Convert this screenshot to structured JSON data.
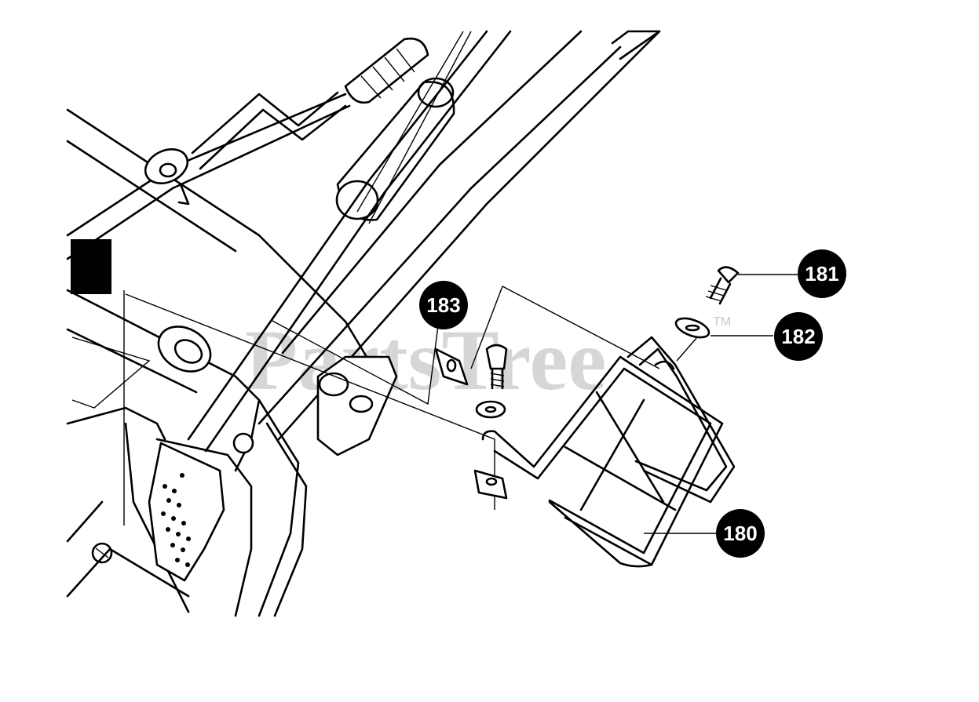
{
  "watermark": {
    "text": "PartsTree",
    "trademark": "TM",
    "color": "#c9c9c9"
  },
  "callouts": [
    {
      "id": "c181",
      "label": "181"
    },
    {
      "id": "c182",
      "label": "182"
    },
    {
      "id": "c183",
      "label": "183"
    },
    {
      "id": "c180",
      "label": "180"
    }
  ],
  "colors": {
    "line": "#000000",
    "background": "#ffffff",
    "callout_fill": "#000000",
    "callout_text": "#ffffff"
  }
}
